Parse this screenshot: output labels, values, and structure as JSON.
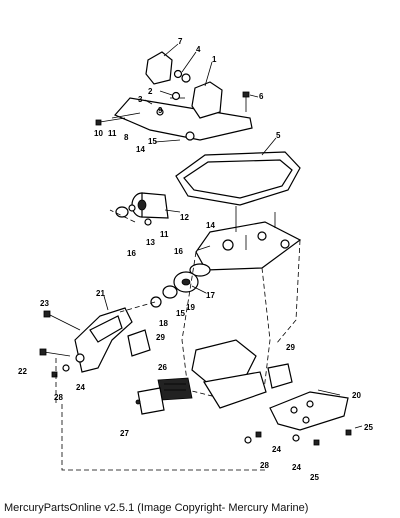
{
  "caption": "MercuryPartsOnline v2.5.1 (Image Copyright- Mercury Marine)",
  "callouts": [
    {
      "id": "c1",
      "text": "1"
    },
    {
      "id": "c2",
      "text": "2"
    },
    {
      "id": "c3",
      "text": "3"
    },
    {
      "id": "c4",
      "text": "4"
    },
    {
      "id": "c5",
      "text": "5"
    },
    {
      "id": "c6",
      "text": "6"
    },
    {
      "id": "c7",
      "text": "7"
    },
    {
      "id": "c8",
      "text": "8"
    },
    {
      "id": "c9",
      "text": "9"
    },
    {
      "id": "c10",
      "text": "10"
    },
    {
      "id": "c11a",
      "text": "11"
    },
    {
      "id": "c11b",
      "text": "11"
    },
    {
      "id": "c12",
      "text": "12"
    },
    {
      "id": "c13",
      "text": "13"
    },
    {
      "id": "c14a",
      "text": "14"
    },
    {
      "id": "c14b",
      "text": "14"
    },
    {
      "id": "c15a",
      "text": "15"
    },
    {
      "id": "c15b",
      "text": "15"
    },
    {
      "id": "c16a",
      "text": "16"
    },
    {
      "id": "c16b",
      "text": "16"
    },
    {
      "id": "c17",
      "text": "17"
    },
    {
      "id": "c18",
      "text": "18"
    },
    {
      "id": "c19",
      "text": "19"
    },
    {
      "id": "c20",
      "text": "20"
    },
    {
      "id": "c21",
      "text": "21"
    },
    {
      "id": "c22",
      "text": "22"
    },
    {
      "id": "c23",
      "text": "23"
    },
    {
      "id": "c24a",
      "text": "24"
    },
    {
      "id": "c24b",
      "text": "24"
    },
    {
      "id": "c24c",
      "text": "24"
    },
    {
      "id": "c25a",
      "text": "25"
    },
    {
      "id": "c25b",
      "text": "25"
    },
    {
      "id": "c26",
      "text": "26"
    },
    {
      "id": "c27",
      "text": "27"
    },
    {
      "id": "c28a",
      "text": "28"
    },
    {
      "id": "c28b",
      "text": "28"
    },
    {
      "id": "c29a",
      "text": "29"
    },
    {
      "id": "c29b",
      "text": "29"
    }
  ]
}
